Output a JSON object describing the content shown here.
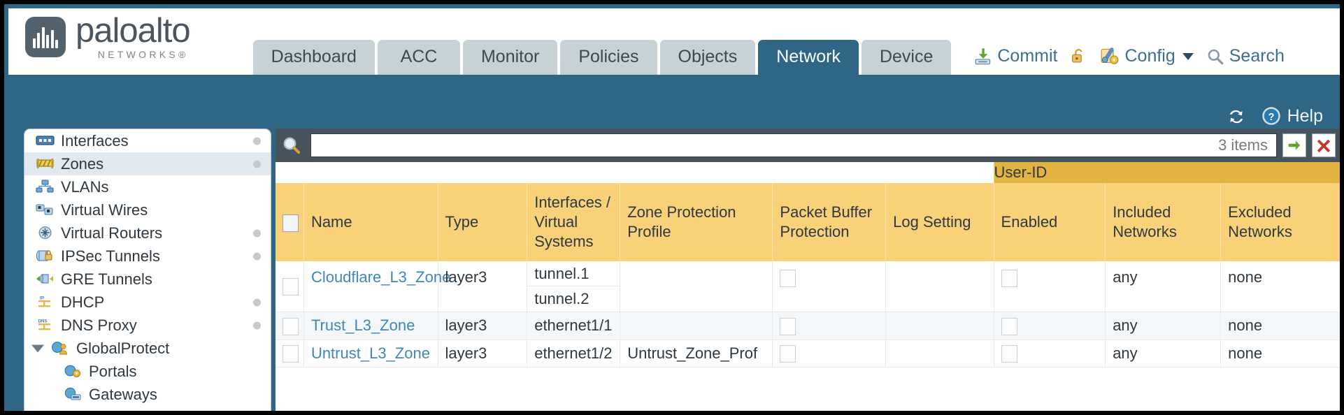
{
  "brand": {
    "name": "paloalto",
    "sub": "NETWORKS®",
    "logo_icon": "paloalto-bars-logo",
    "mark_color": "#53626c"
  },
  "colors": {
    "page_background": "#2f6585",
    "active_tab": "#2f6585",
    "tab": "#c6d2d6",
    "table_header": "#f8d179",
    "group_header": "#e2b340",
    "link": "#3f87b5",
    "search_bar": "#47545c"
  },
  "tabs": [
    {
      "label": "Dashboard",
      "active": false
    },
    {
      "label": "ACC",
      "active": false
    },
    {
      "label": "Monitor",
      "active": false
    },
    {
      "label": "Policies",
      "active": false
    },
    {
      "label": "Objects",
      "active": false
    },
    {
      "label": "Network",
      "active": true
    },
    {
      "label": "Device",
      "active": false
    }
  ],
  "top_actions": {
    "commit": {
      "label": "Commit",
      "icon": "commit-save-icon"
    },
    "lock": {
      "label": "",
      "icon": "padlock-unlocked-icon"
    },
    "config": {
      "label": "Config",
      "icon": "config-wrench-icon",
      "caret": "chevron-down-icon"
    },
    "search": {
      "label": "Search",
      "icon": "search-magnifier-icon"
    }
  },
  "help_row": {
    "refresh_icon": "refresh-icon",
    "help_label": "Help",
    "help_icon": "help-question-icon"
  },
  "sidebar": {
    "items": [
      {
        "label": "Interfaces",
        "icon": "interfaces-icon",
        "selected": false,
        "dot": true,
        "child": false,
        "expander": false
      },
      {
        "label": "Zones",
        "icon": "zones-icon",
        "selected": true,
        "dot": true,
        "child": false,
        "expander": false
      },
      {
        "label": "VLANs",
        "icon": "vlans-icon",
        "selected": false,
        "dot": false,
        "child": false,
        "expander": false
      },
      {
        "label": "Virtual Wires",
        "icon": "virtual-wires-icon",
        "selected": false,
        "dot": false,
        "child": false,
        "expander": false
      },
      {
        "label": "Virtual Routers",
        "icon": "virtual-routers-icon",
        "selected": false,
        "dot": true,
        "child": false,
        "expander": false
      },
      {
        "label": "IPSec Tunnels",
        "icon": "ipsec-tunnels-icon",
        "selected": false,
        "dot": true,
        "child": false,
        "expander": false
      },
      {
        "label": "GRE Tunnels",
        "icon": "gre-tunnels-icon",
        "selected": false,
        "dot": false,
        "child": false,
        "expander": false
      },
      {
        "label": "DHCP",
        "icon": "dhcp-icon",
        "selected": false,
        "dot": true,
        "child": false,
        "expander": false
      },
      {
        "label": "DNS Proxy",
        "icon": "dns-proxy-icon",
        "selected": false,
        "dot": true,
        "child": false,
        "expander": false
      },
      {
        "label": "GlobalProtect",
        "icon": "globalprotect-icon",
        "selected": false,
        "dot": false,
        "child": false,
        "expander": true
      },
      {
        "label": "Portals",
        "icon": "portals-icon",
        "selected": false,
        "dot": false,
        "child": true,
        "expander": false
      },
      {
        "label": "Gateways",
        "icon": "gateways-icon",
        "selected": false,
        "dot": false,
        "child": true,
        "expander": false
      }
    ]
  },
  "search": {
    "value": "",
    "placeholder": "",
    "icon": "search-magnifier-icon",
    "item_count": "3 items",
    "apply_icon": "green-arrow-apply-icon",
    "clear_icon": "red-x-clear-icon"
  },
  "table": {
    "group_header": {
      "label": "User-ID",
      "span": 3
    },
    "columns": [
      "Name",
      "Type",
      "Interfaces / Virtual Systems",
      "Zone Protection Profile",
      "Packet Buffer Protection",
      "Log Setting",
      "Enabled",
      "Included Networks",
      "Excluded Networks"
    ],
    "select_all_checked": false,
    "rows": [
      {
        "selected": false,
        "name": "Cloudflare_L3_Zone",
        "type": "layer3",
        "interfaces": [
          "tunnel.1",
          "tunnel.2"
        ],
        "zone_protection_profile": "",
        "packet_buffer_protection": false,
        "log_setting": "",
        "userid_enabled": false,
        "included_networks": "any",
        "excluded_networks": "none"
      },
      {
        "selected": false,
        "name": "Trust_L3_Zone",
        "type": "layer3",
        "interfaces": [
          "ethernet1/1"
        ],
        "zone_protection_profile": "",
        "packet_buffer_protection": false,
        "log_setting": "",
        "userid_enabled": false,
        "included_networks": "any",
        "excluded_networks": "none"
      },
      {
        "selected": false,
        "name": "Untrust_L3_Zone",
        "type": "layer3",
        "interfaces": [
          "ethernet1/2"
        ],
        "zone_protection_profile": "Untrust_Zone_Prof",
        "packet_buffer_protection": false,
        "log_setting": "",
        "userid_enabled": false,
        "included_networks": "any",
        "excluded_networks": "none"
      }
    ]
  }
}
